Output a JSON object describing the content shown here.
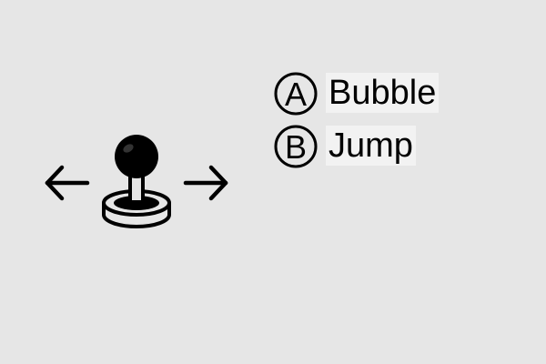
{
  "controls": {
    "movement": {
      "joystick_icon": "arcade-joystick-icon",
      "left_icon": "arrow-left-icon",
      "right_icon": "arrow-right-icon"
    },
    "actions": [
      {
        "button": "A",
        "icon": "circled-a-icon",
        "label": "Bubble"
      },
      {
        "button": "B",
        "icon": "circled-b-icon",
        "label": "Jump"
      }
    ]
  },
  "colors": {
    "background": "#e6e6e6",
    "foreground": "#000000",
    "label_background": "#f2f2f2"
  }
}
